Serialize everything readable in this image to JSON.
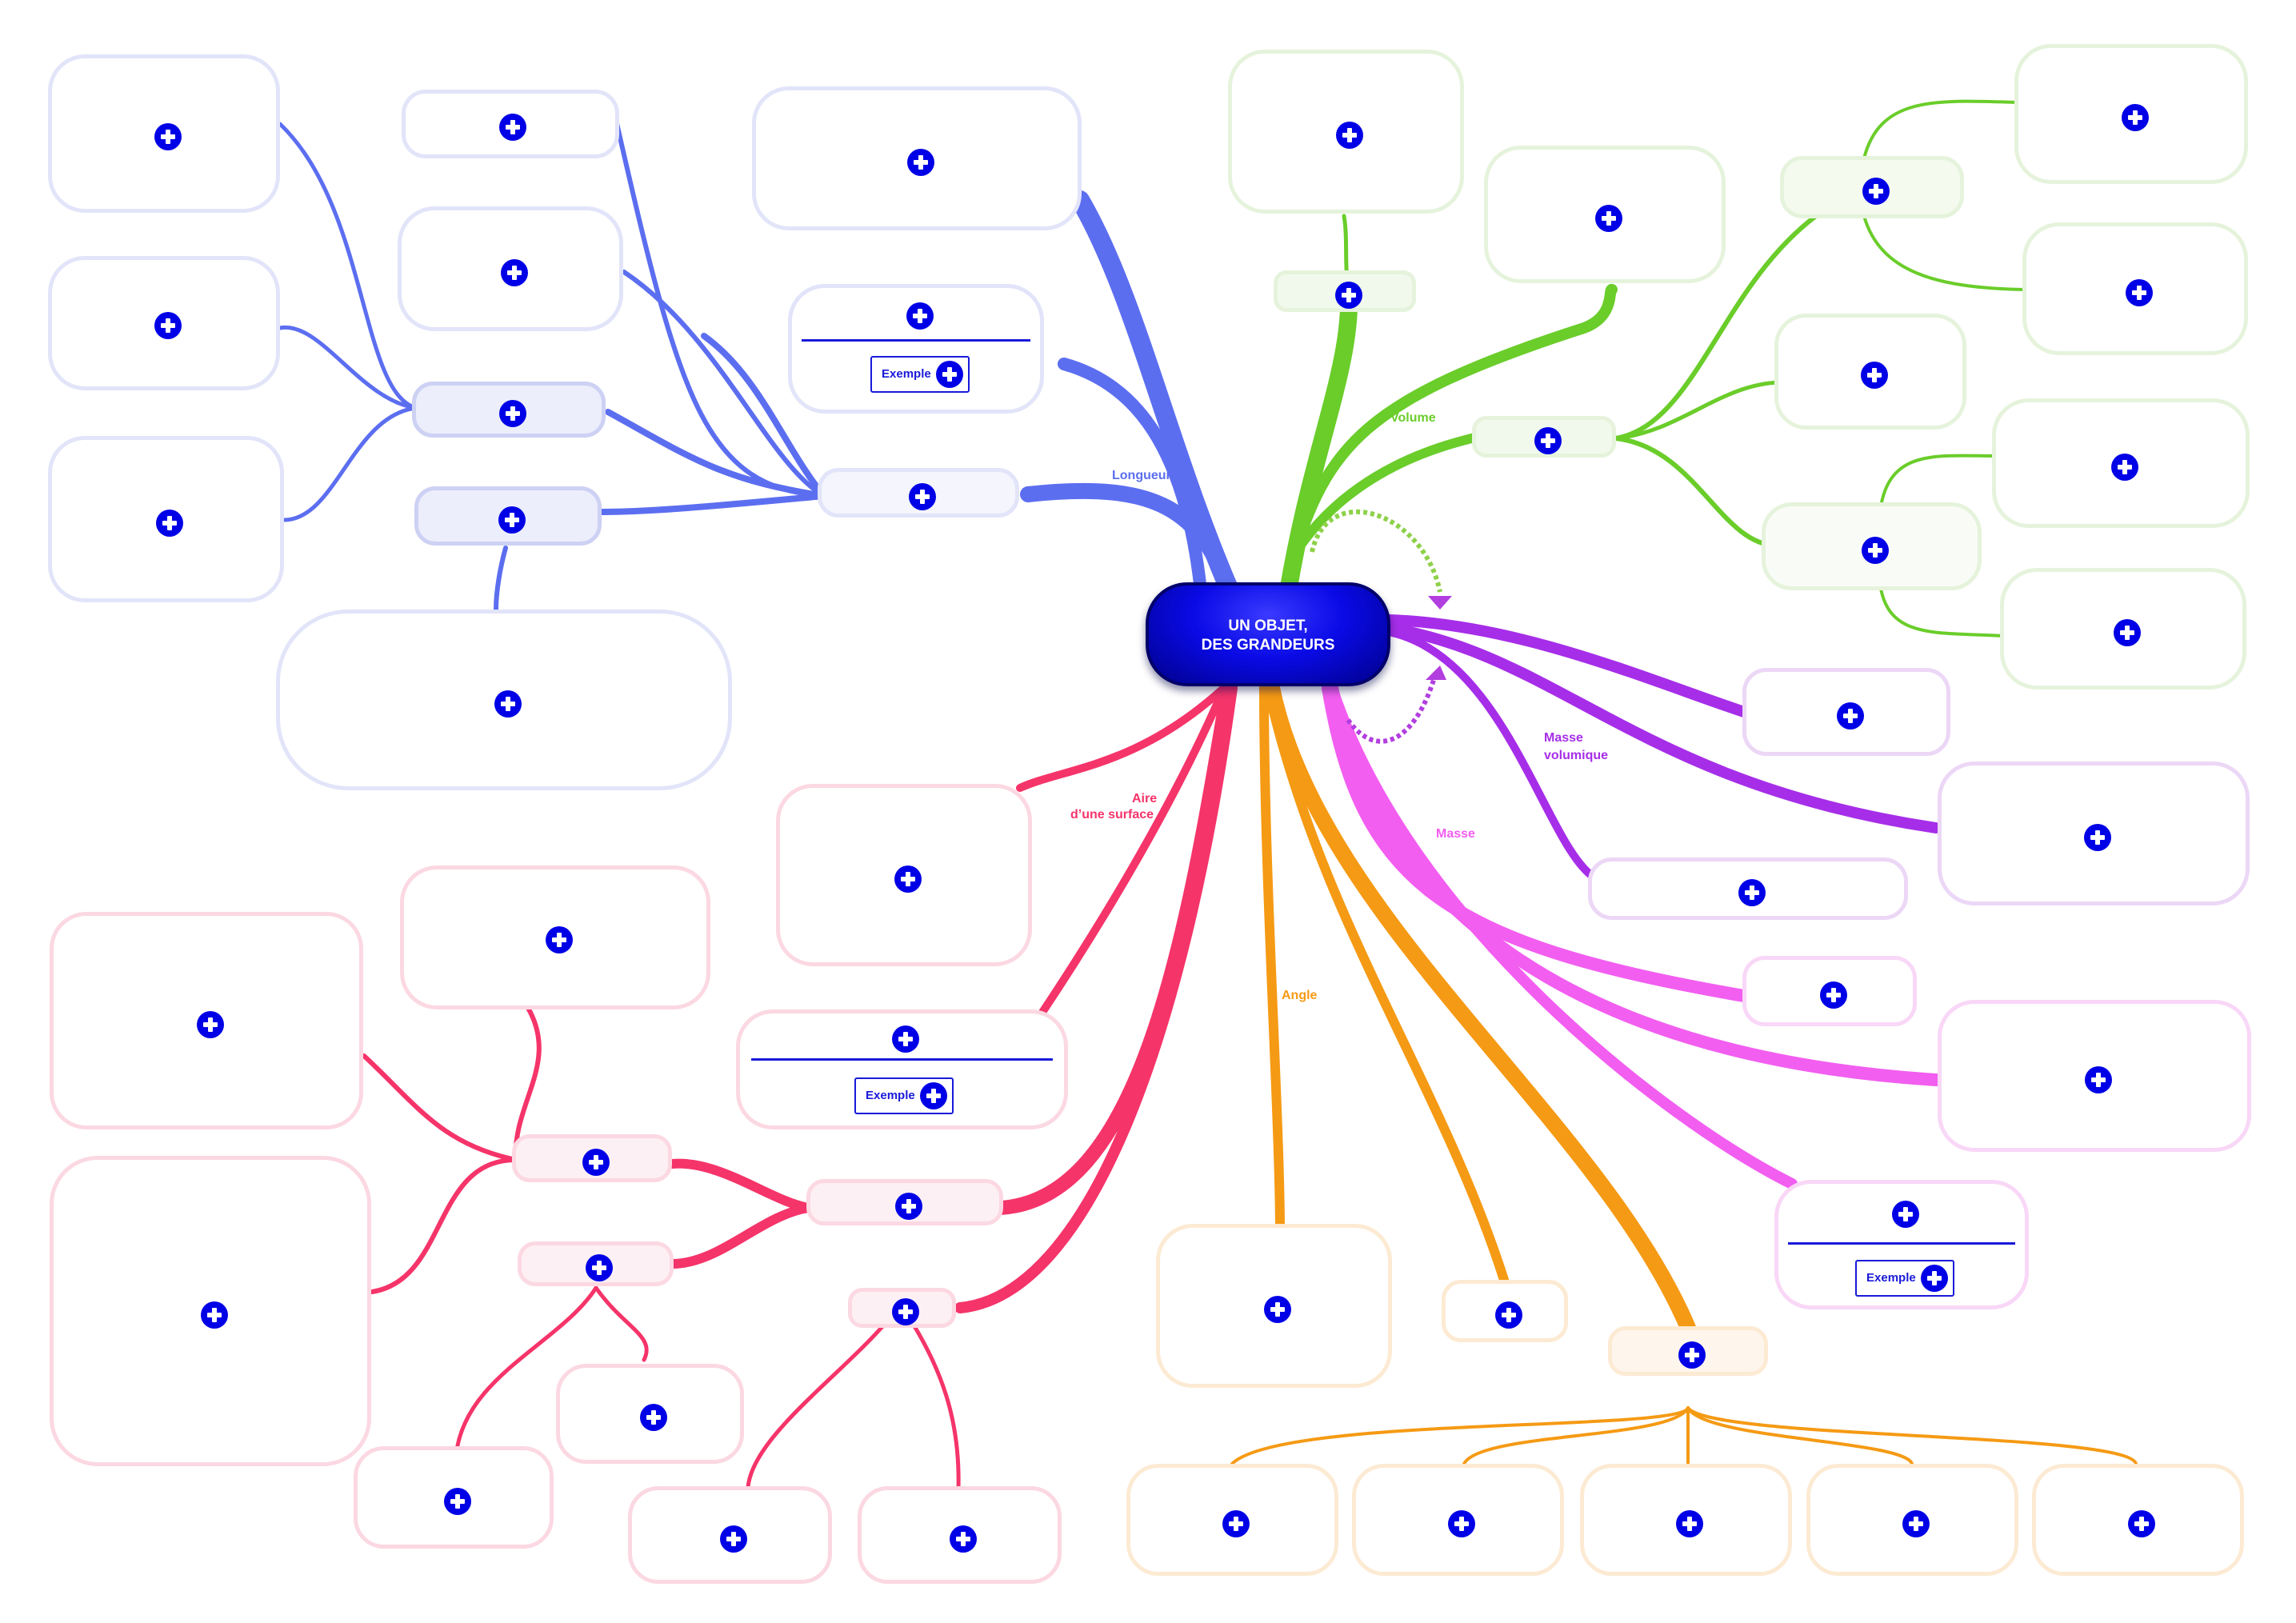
{
  "center": {
    "line1": "UN OBJET,",
    "line2": "DES GRANDEURS"
  },
  "branches": {
    "longueur": {
      "label": "Longueur",
      "color": "#5c6ef0"
    },
    "volume": {
      "label": "Volume",
      "color": "#6acd2a"
    },
    "masse_volumique": {
      "label_line1": "Masse",
      "label_line2": "volumique",
      "color": "#a62ee8"
    },
    "masse": {
      "label": "Masse",
      "color": "#f25ef0"
    },
    "angle": {
      "label": "Angle",
      "color": "#f59a14"
    },
    "aire": {
      "label_line1": "Aire",
      "label_line2": "d’une surface",
      "color": "#f5346a"
    }
  },
  "example_label": "Exemple",
  "add_icon": "plus-circle-icon",
  "loop_arrows": {
    "color_top": "#8ed14a",
    "color_bottom": "#b23ee0"
  }
}
